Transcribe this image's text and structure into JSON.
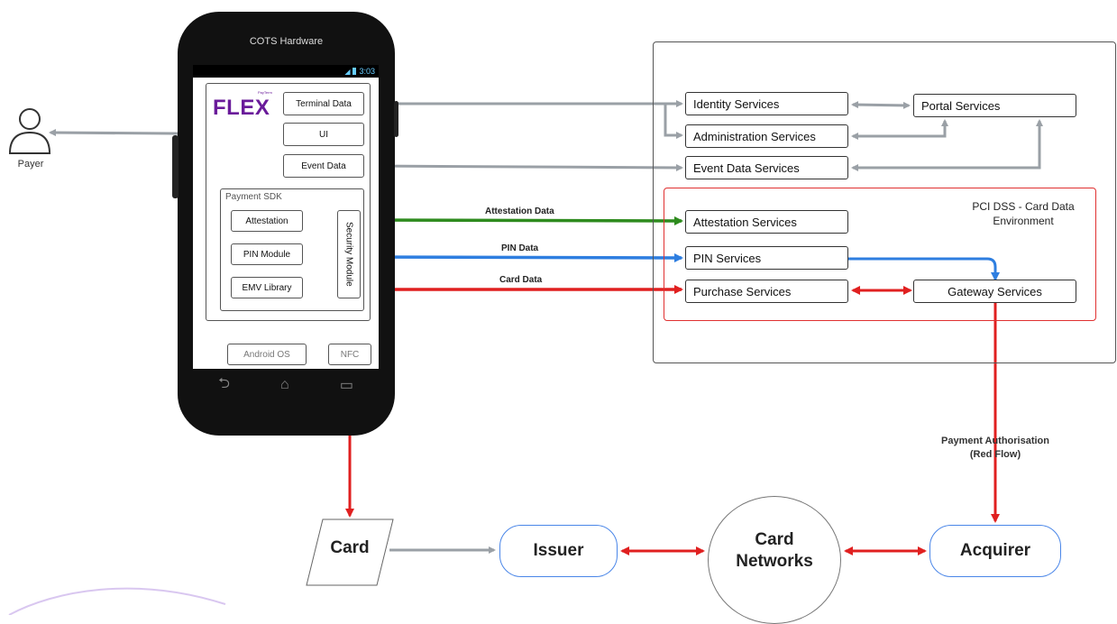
{
  "phone": {
    "hardware_label": "COTS Hardware",
    "status_time": "3:03",
    "logo_text": "FLEX",
    "logo_small_text": "PayTerm",
    "terminal_data": "Terminal  Data",
    "ui": "UI",
    "event_data": "Event Data",
    "payment_sdk": "Payment SDK",
    "attestation": "Attestation",
    "pin_module": "PIN Module",
    "emv_library": "EMV Library",
    "security_module": "Security Module",
    "android_os": "Android OS",
    "nfc": "NFC"
  },
  "payer": {
    "label": "Payer"
  },
  "cloud": {
    "identity_services": "Identity Services",
    "portal_services": "Portal Services",
    "administration_services": "Administration Services",
    "event_data_services": "Event Data Services",
    "pci_title": "PCI DSS - Card Data Environment",
    "attestation_services": "Attestation Services",
    "pin_services": "PIN Services",
    "purchase_services": "Purchase Services",
    "gateway_services": "Gateway Services"
  },
  "flows": {
    "attestation_data": "Attestation Data",
    "pin_data": "PIN Data",
    "card_data": "Card Data",
    "payment_authorisation": "Payment Authorisation",
    "red_flow": "(Red Flow)"
  },
  "bottom": {
    "card": "Card",
    "issuer": "Issuer",
    "card_networks_line1": "Card",
    "card_networks_line2": "Networks",
    "acquirer": "Acquirer"
  },
  "colors": {
    "gray_arrow": "#9aa0a6",
    "green_arrow": "#2e8b1e",
    "blue_arrow": "#2e7ee0",
    "red_arrow": "#e02020",
    "pci_border": "#e03030",
    "logo_purple": "#6a1b9a",
    "pill_border": "#4a86e8"
  }
}
